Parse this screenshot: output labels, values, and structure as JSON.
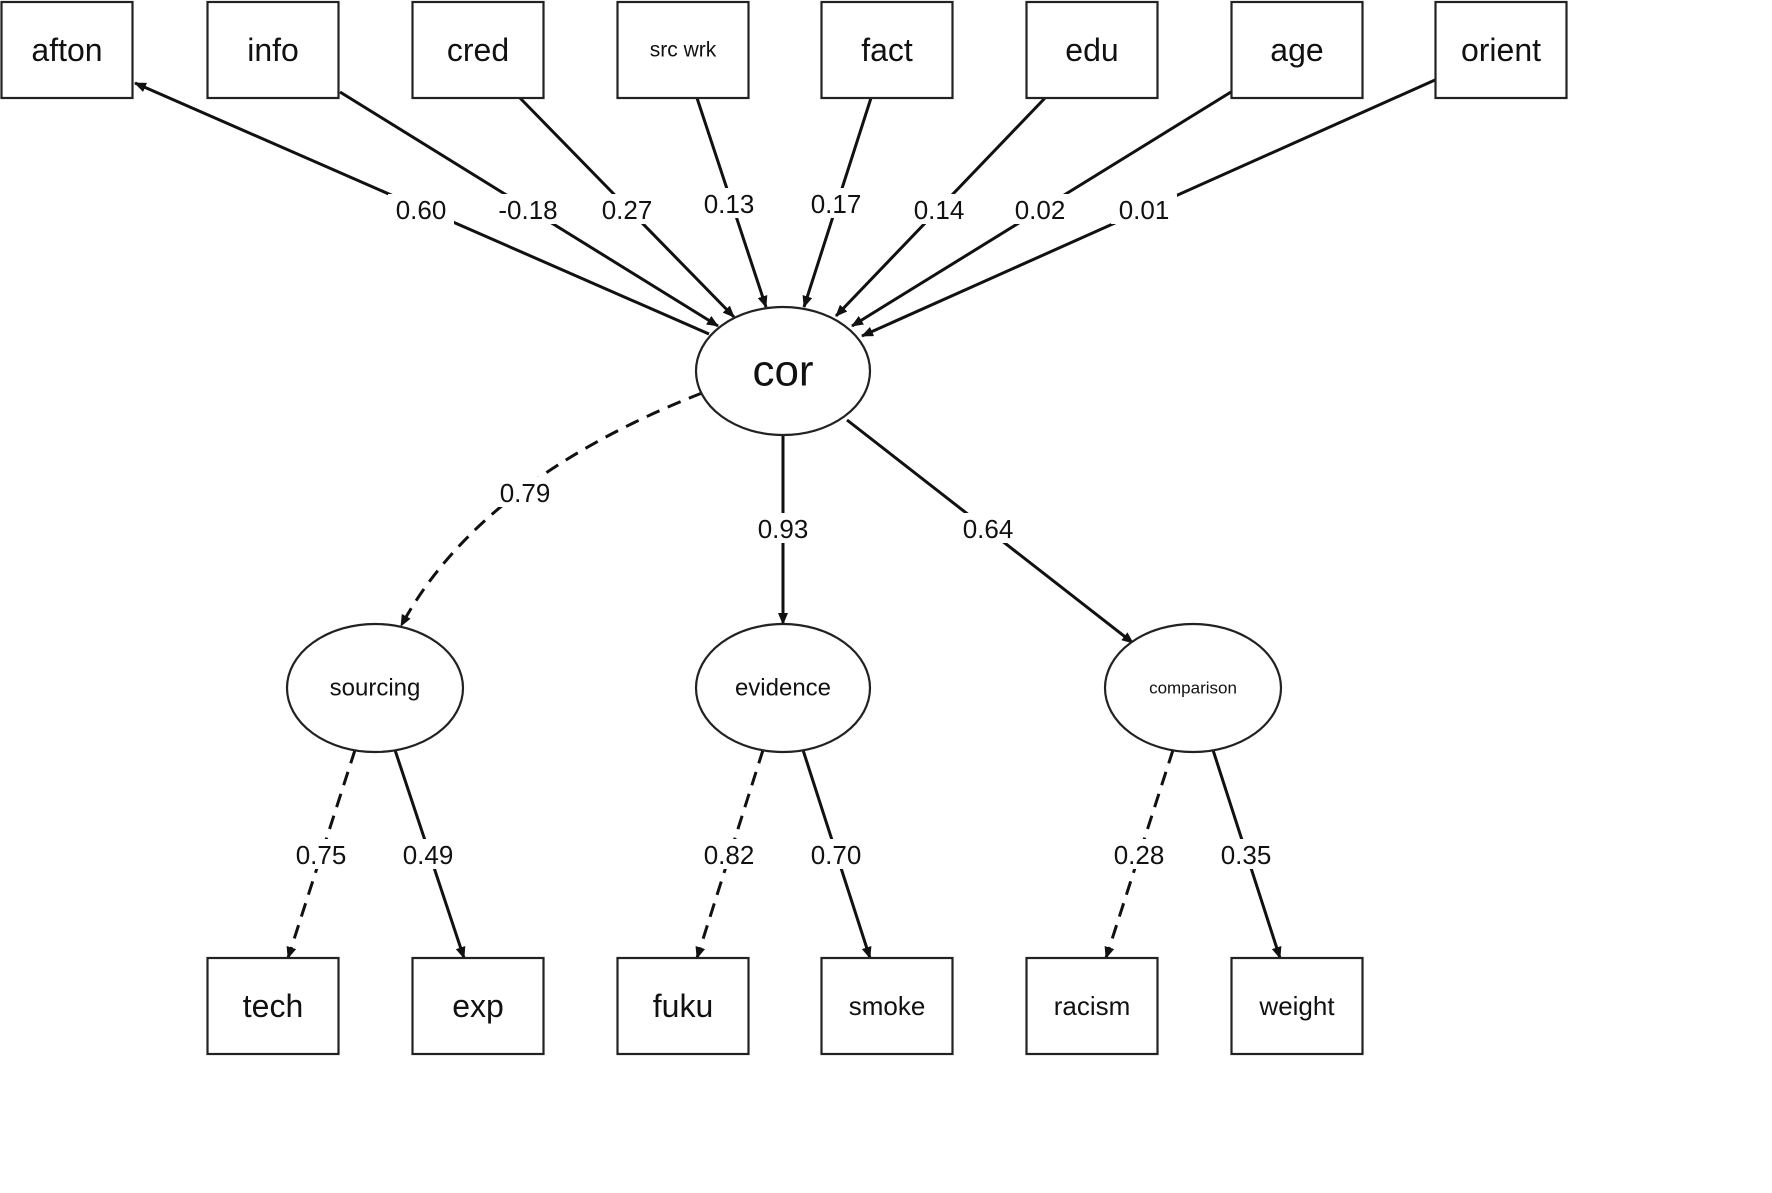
{
  "observed_top": [
    {
      "id": "afton",
      "label": "afton"
    },
    {
      "id": "info",
      "label": "info"
    },
    {
      "id": "cred",
      "label": "cred"
    },
    {
      "id": "srcwrk",
      "label": "src wrk"
    },
    {
      "id": "fact",
      "label": "fact"
    },
    {
      "id": "edu",
      "label": "edu"
    },
    {
      "id": "age",
      "label": "age"
    },
    {
      "id": "orient",
      "label": "orient"
    }
  ],
  "latent": [
    {
      "id": "cor",
      "label": "cor"
    },
    {
      "id": "sourcing",
      "label": "sourcing"
    },
    {
      "id": "evidence",
      "label": "evidence"
    },
    {
      "id": "comparison",
      "label": "comparison"
    }
  ],
  "observed_bottom": [
    {
      "id": "tech",
      "label": "tech"
    },
    {
      "id": "exp",
      "label": "exp"
    },
    {
      "id": "fuku",
      "label": "fuku"
    },
    {
      "id": "smoke",
      "label": "smoke"
    },
    {
      "id": "racism",
      "label": "racism"
    },
    {
      "id": "weight",
      "label": "weight"
    }
  ],
  "paths": [
    {
      "from": "cor",
      "to": "afton",
      "coef": "0.60",
      "style": "solid"
    },
    {
      "from": "info",
      "to": "cor",
      "coef": "-0.18",
      "style": "solid"
    },
    {
      "from": "cred",
      "to": "cor",
      "coef": "0.27",
      "style": "solid"
    },
    {
      "from": "srcwrk",
      "to": "cor",
      "coef": "0.13",
      "style": "solid"
    },
    {
      "from": "fact",
      "to": "cor",
      "coef": "0.17",
      "style": "solid"
    },
    {
      "from": "edu",
      "to": "cor",
      "coef": "0.14",
      "style": "solid"
    },
    {
      "from": "age",
      "to": "cor",
      "coef": "0.02",
      "style": "solid"
    },
    {
      "from": "orient",
      "to": "cor",
      "coef": "0.01",
      "style": "solid"
    },
    {
      "from": "cor",
      "to": "sourcing",
      "coef": "0.79",
      "style": "dashed"
    },
    {
      "from": "cor",
      "to": "evidence",
      "coef": "0.93",
      "style": "solid"
    },
    {
      "from": "cor",
      "to": "comparison",
      "coef": "0.64",
      "style": "solid"
    },
    {
      "from": "sourcing",
      "to": "tech",
      "coef": "0.75",
      "style": "dashed"
    },
    {
      "from": "sourcing",
      "to": "exp",
      "coef": "0.49",
      "style": "solid"
    },
    {
      "from": "evidence",
      "to": "fuku",
      "coef": "0.82",
      "style": "dashed"
    },
    {
      "from": "evidence",
      "to": "smoke",
      "coef": "0.70",
      "style": "solid"
    },
    {
      "from": "comparison",
      "to": "racism",
      "coef": "0.28",
      "style": "dashed"
    },
    {
      "from": "comparison",
      "to": "weight",
      "coef": "0.35",
      "style": "solid"
    }
  ]
}
